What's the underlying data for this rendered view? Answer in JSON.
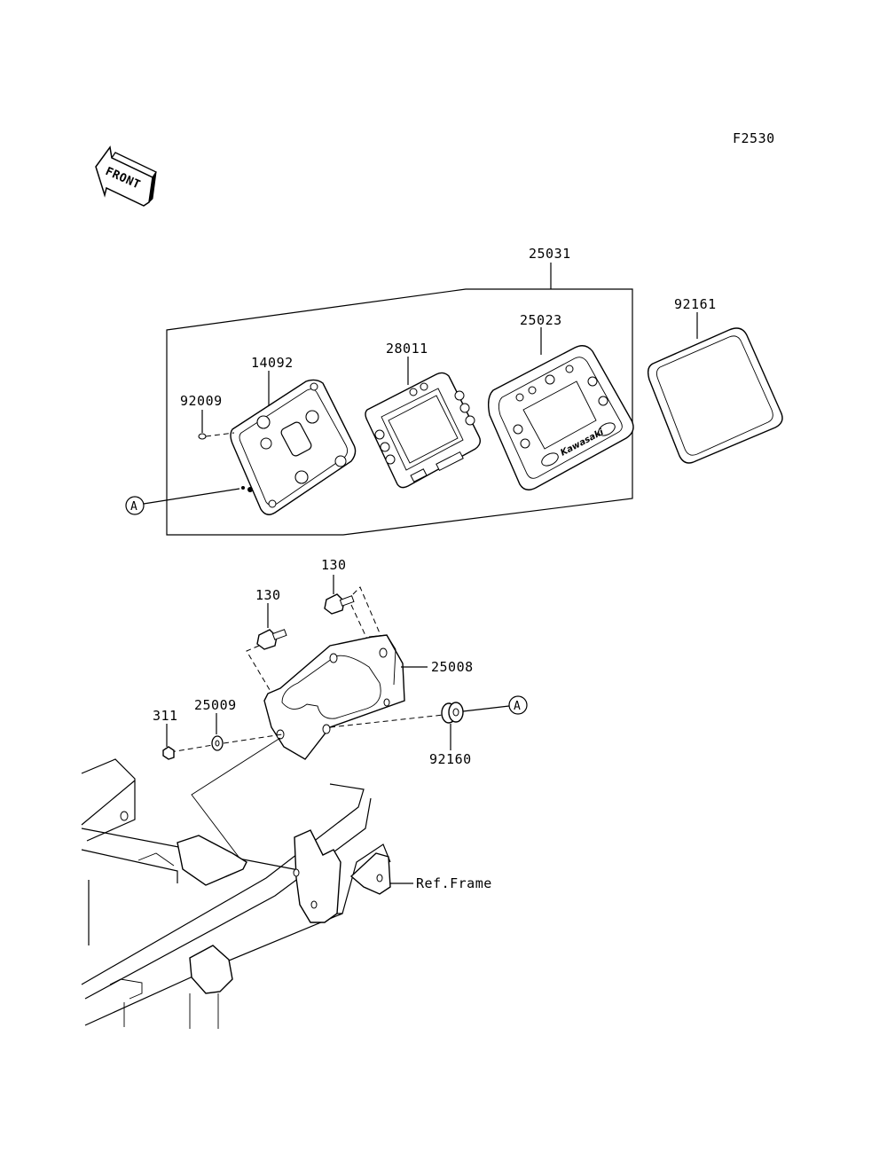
{
  "figure_code": "F2530",
  "front_label": "FRONT",
  "callouts": {
    "p25031": "25031",
    "p25023": "25023",
    "p92161": "92161",
    "p28011": "28011",
    "p14092": "14092",
    "p92009": "92009",
    "p130a": "130",
    "p130b": "130",
    "p25008": "25008",
    "p311": "311",
    "p25009": "25009",
    "p92160": "92160",
    "ref_frame": "Ref.Frame",
    "marker_a_left": "A",
    "marker_a_right": "A"
  },
  "brand_text": "Kawasaki"
}
